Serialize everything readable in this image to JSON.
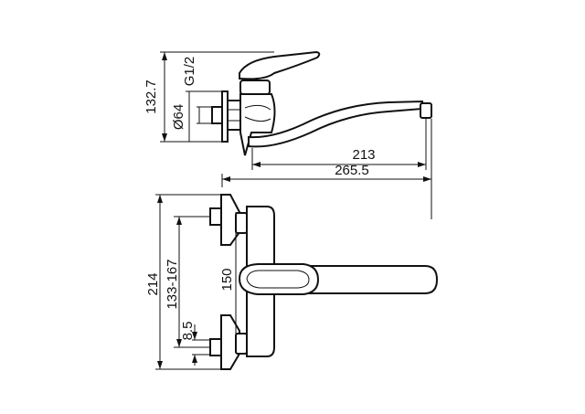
{
  "dimensions": {
    "height_top": "132.7",
    "diameter": "Ø64",
    "thread": "G1/2",
    "spout_reach": "213",
    "overall_width": "265.5",
    "total_height": "214",
    "center_range": "133-167",
    "handle_height": "150",
    "offset": "8.5"
  },
  "colors": {
    "line": "#111111",
    "background": "#ffffff"
  }
}
